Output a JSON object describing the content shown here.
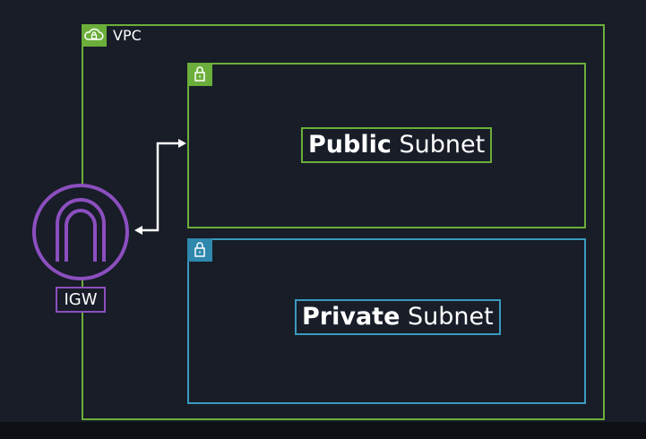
{
  "vpc": {
    "label": "VPC",
    "icon": "cloud-lock-icon",
    "color": "#6bae3a"
  },
  "public_subnet": {
    "label_bold": "Public",
    "label_rest": "Subnet",
    "icon": "lock-icon",
    "color": "#6bae3a"
  },
  "private_subnet": {
    "label_bold": "Private",
    "label_rest": "Subnet",
    "icon": "lock-icon",
    "color": "#3a9abf"
  },
  "igw": {
    "label": "IGW",
    "icon": "internet-gateway-icon",
    "color": "#8c4fbf"
  },
  "connector": {
    "from": "igw",
    "to": "public_subnet",
    "style": "bidirectional-arrow",
    "color": "#ffffff"
  }
}
